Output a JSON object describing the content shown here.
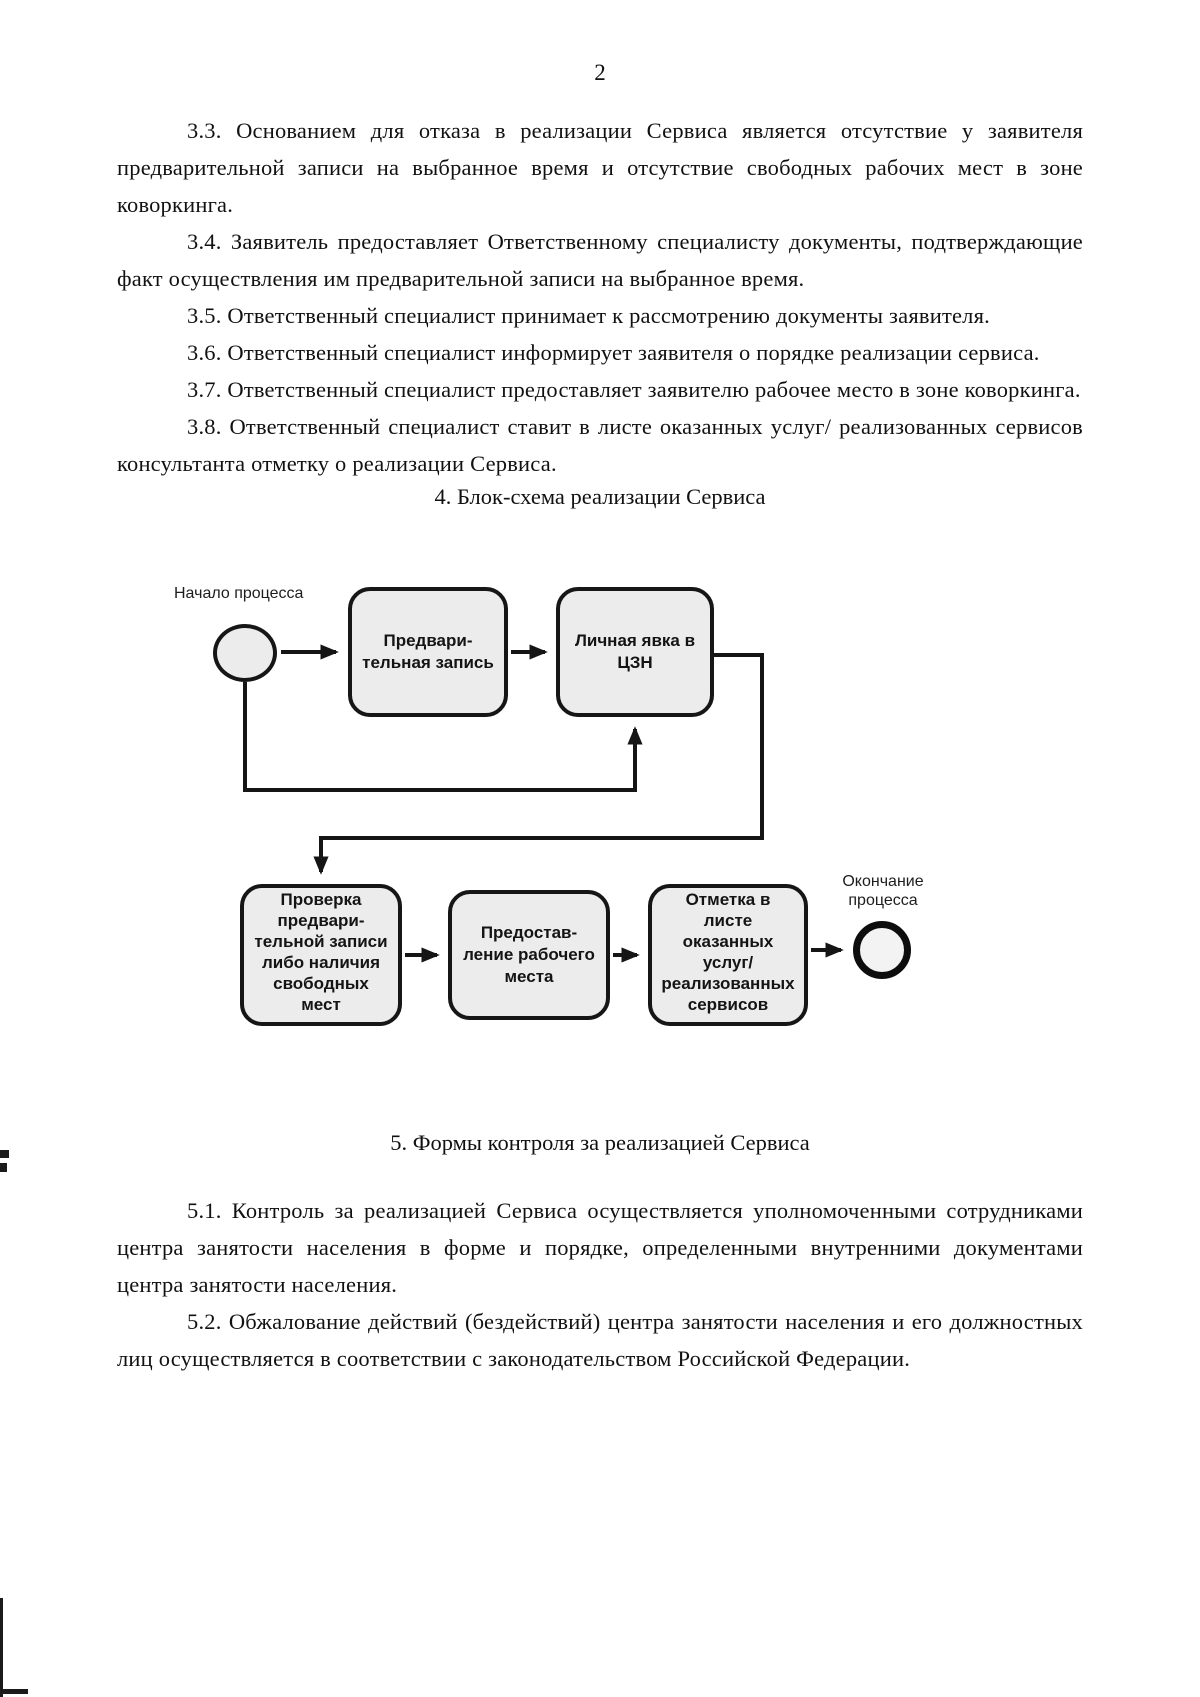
{
  "page_number": "2",
  "colors": {
    "ink": "#111111",
    "box_fill": "#ececec",
    "paper": "#ffffff"
  },
  "section_3": {
    "paragraphs": [
      {
        "text": "3.3. Основанием для отказа в реализации Сервиса является отсутствие у заявителя предварительной записи на выбранное время и отсутствие свободных рабочих мест в зоне коворкинга."
      },
      {
        "text": "3.4. Заявитель предоставляет Ответственному специалисту документы, подтверждающие факт осуществления им предварительной записи на выбранное время."
      },
      {
        "text": "3.5. Ответственный специалист принимает к рассмотрению документы заявителя."
      },
      {
        "text": "3.6. Ответственный специалист информирует заявителя о порядке реализации сервиса."
      },
      {
        "text": "3.7. Ответственный специалист предоставляет заявителю рабочее место в зоне коворкинга."
      },
      {
        "text": "3.8. Ответственный специалист ставит в листе оказанных услуг/ реализованных сервисов консультанта отметку о реализации Сервиса."
      }
    ]
  },
  "section_4": {
    "heading": "4. Блок-схема реализации Сервиса",
    "flowchart": {
      "start_label": "Начало процесса",
      "end_label": "Окончание процесса",
      "nodes": [
        {
          "label": "Предвари-\nтельная запись"
        },
        {
          "label": "Личная явка в\nЦЗН"
        },
        {
          "label": "Проверка\nпредвари-\nтельной записи\nлибо наличия\nсвободных\nмест"
        },
        {
          "label": "Предостав-\nление рабочего\nместа"
        },
        {
          "label": "Отметка в\nлисте\nоказанных\nуслуг/\nреализованных\nсервисов"
        }
      ]
    }
  },
  "section_5": {
    "heading": "5. Формы контроля за реализацией Сервиса",
    "paragraphs": [
      {
        "text": "5.1. Контроль за реализацией Сервиса осуществляется уполномоченными сотрудниками центра занятости населения в форме и порядке, определенными внутренними документами центра занятости населения."
      },
      {
        "text": "5.2. Обжалование действий (бездействий) центра занятости населения и его должностных лиц осуществляется в соответствии с законодательством Российской Федерации."
      }
    ]
  }
}
